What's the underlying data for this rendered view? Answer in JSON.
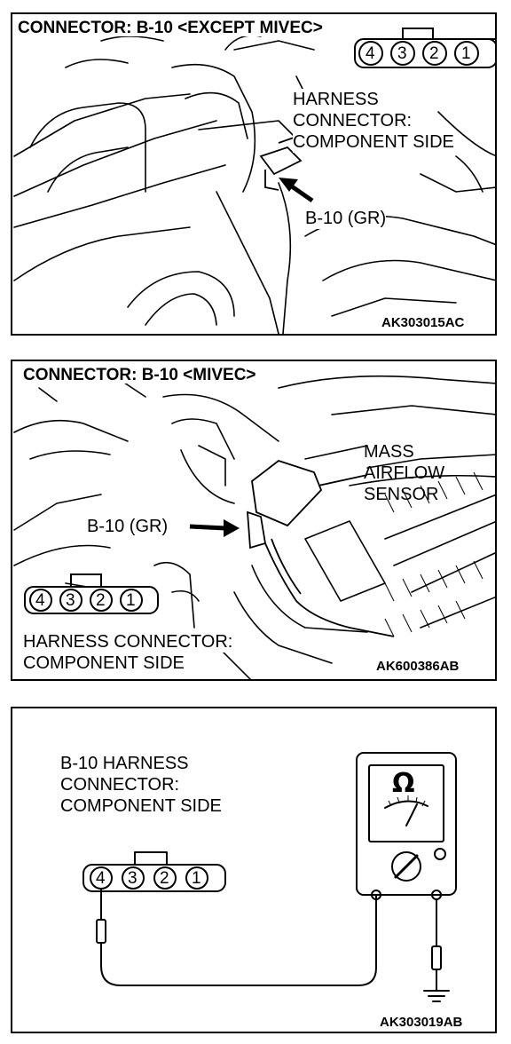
{
  "panel_top": {
    "title": "CONNECTOR: B-10 <EXCEPT MIVEC>",
    "pins": [
      "4",
      "3",
      "2",
      "1"
    ],
    "harness_label": [
      "HARNESS",
      "CONNECTOR:",
      "COMPONENT SIDE"
    ],
    "callout": "B-10 (GR)",
    "code": "AK303015AC"
  },
  "panel_middle": {
    "title": "CONNECTOR: B-10 <MIVEC>",
    "sensor_label": [
      "MASS",
      "AIRFLOW",
      "SENSOR"
    ],
    "callout": "B-10 (GR)",
    "pins": [
      "4",
      "3",
      "2",
      "1"
    ],
    "harness_label": [
      "HARNESS CONNECTOR:",
      "COMPONENT SIDE"
    ],
    "code": "AK600386AB"
  },
  "panel_bottom": {
    "label": [
      "B-10 HARNESS",
      "CONNECTOR:",
      "COMPONENT SIDE"
    ],
    "pins": [
      "4",
      "3",
      "2",
      "1"
    ],
    "meter_symbol": "Ω",
    "code": "AK303019AB"
  }
}
